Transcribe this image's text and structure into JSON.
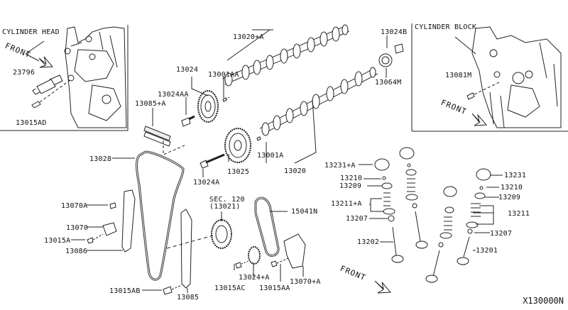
{
  "diagram_code": "X130000N",
  "insets": {
    "cylinder_head": {
      "title": "CYLINDER HEAD",
      "front_label": "FRONT",
      "parts": [
        "23796",
        "13015AD"
      ]
    },
    "cylinder_block": {
      "title": "CYLINDER BLOCK",
      "front_label": "FRONT",
      "parts": [
        "13081M"
      ]
    }
  },
  "camshafts": {
    "intake_assembly": "13020+A",
    "intake_dowel": "13001AA",
    "exhaust_assembly": "13020",
    "exhaust_dowel": "13001A",
    "signal_plate": "13064M",
    "plug": "13024B"
  },
  "sprockets": {
    "intake_sprocket": "13024",
    "intake_bolt": "13024AA",
    "exhaust_sprocket": "13025",
    "exhaust_bolt": "13024A",
    "guide_upper": "13085+A"
  },
  "timing_chain": {
    "chain": "13028",
    "tensioner_arm_bolt": "13070A",
    "tensioner": "13070",
    "tensioner_bolt": "13015A",
    "slack_guide": "13086",
    "tension_guide": "13085",
    "guide_bolt": "13015AB"
  },
  "oil_pump_drive": {
    "crank_ref_line1": "SEC. 120",
    "crank_ref_line2": "(13021)",
    "chain": "15041N",
    "sprocket": "13024+A",
    "sprocket_bolt": "13015AC",
    "tensioner_bolt": "13015AA",
    "tensioner": "13070+A"
  },
  "valves_intake": {
    "lifter": "13231+A",
    "collet": "13210",
    "retainer": "13209",
    "spring_and_seat": "13211+A",
    "stem_seal": "13207",
    "valve": "13202"
  },
  "valves_exhaust": {
    "lifter": "13231",
    "collet": "13210",
    "retainer": "13209",
    "spring_and_seat": "13211",
    "stem_seal": "13207",
    "valve": "13201"
  },
  "main_front_label": "FRONT"
}
